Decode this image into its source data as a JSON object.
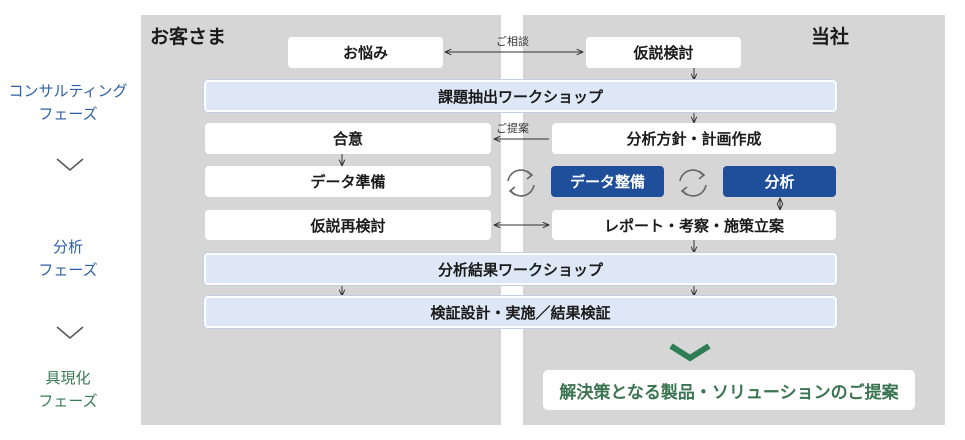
{
  "columns": {
    "customer": "お客さま",
    "company": "当社"
  },
  "phases": [
    {
      "line1": "コンサルティング",
      "line2": "フェーズ",
      "color": "#2f5fa7"
    },
    {
      "line1": "分析",
      "line2": "フェーズ",
      "color": "#2f5fa7"
    },
    {
      "line1": "具現化",
      "line2": "フェーズ",
      "color": "#3a7a55"
    }
  ],
  "steps": {
    "concern": "お悩み",
    "hypothesis": "仮説検討",
    "issue_workshop": "課題抽出ワークショップ",
    "agreement": "合意",
    "analysis_plan": "分析方針・計画作成",
    "data_prep": "データ準備",
    "data_cleansing": "データ整備",
    "analysis": "分析",
    "hypothesis_review": "仮説再検討",
    "report": "レポート・考察・施策立案",
    "results_workshop": "分析結果ワークショップ",
    "verification": "検証設計・実施／結果検証"
  },
  "notes": {
    "consultation": "ご相談",
    "proposal": "ご提案"
  },
  "solution": "解決策となる製品・ソリューションのご提案",
  "colors": {
    "panel": "#d6d6d6",
    "band": "#dde7f5",
    "dark_box": "#1f4e9a",
    "solution_text": "#3a7450",
    "chevron": "#2e7d55"
  }
}
